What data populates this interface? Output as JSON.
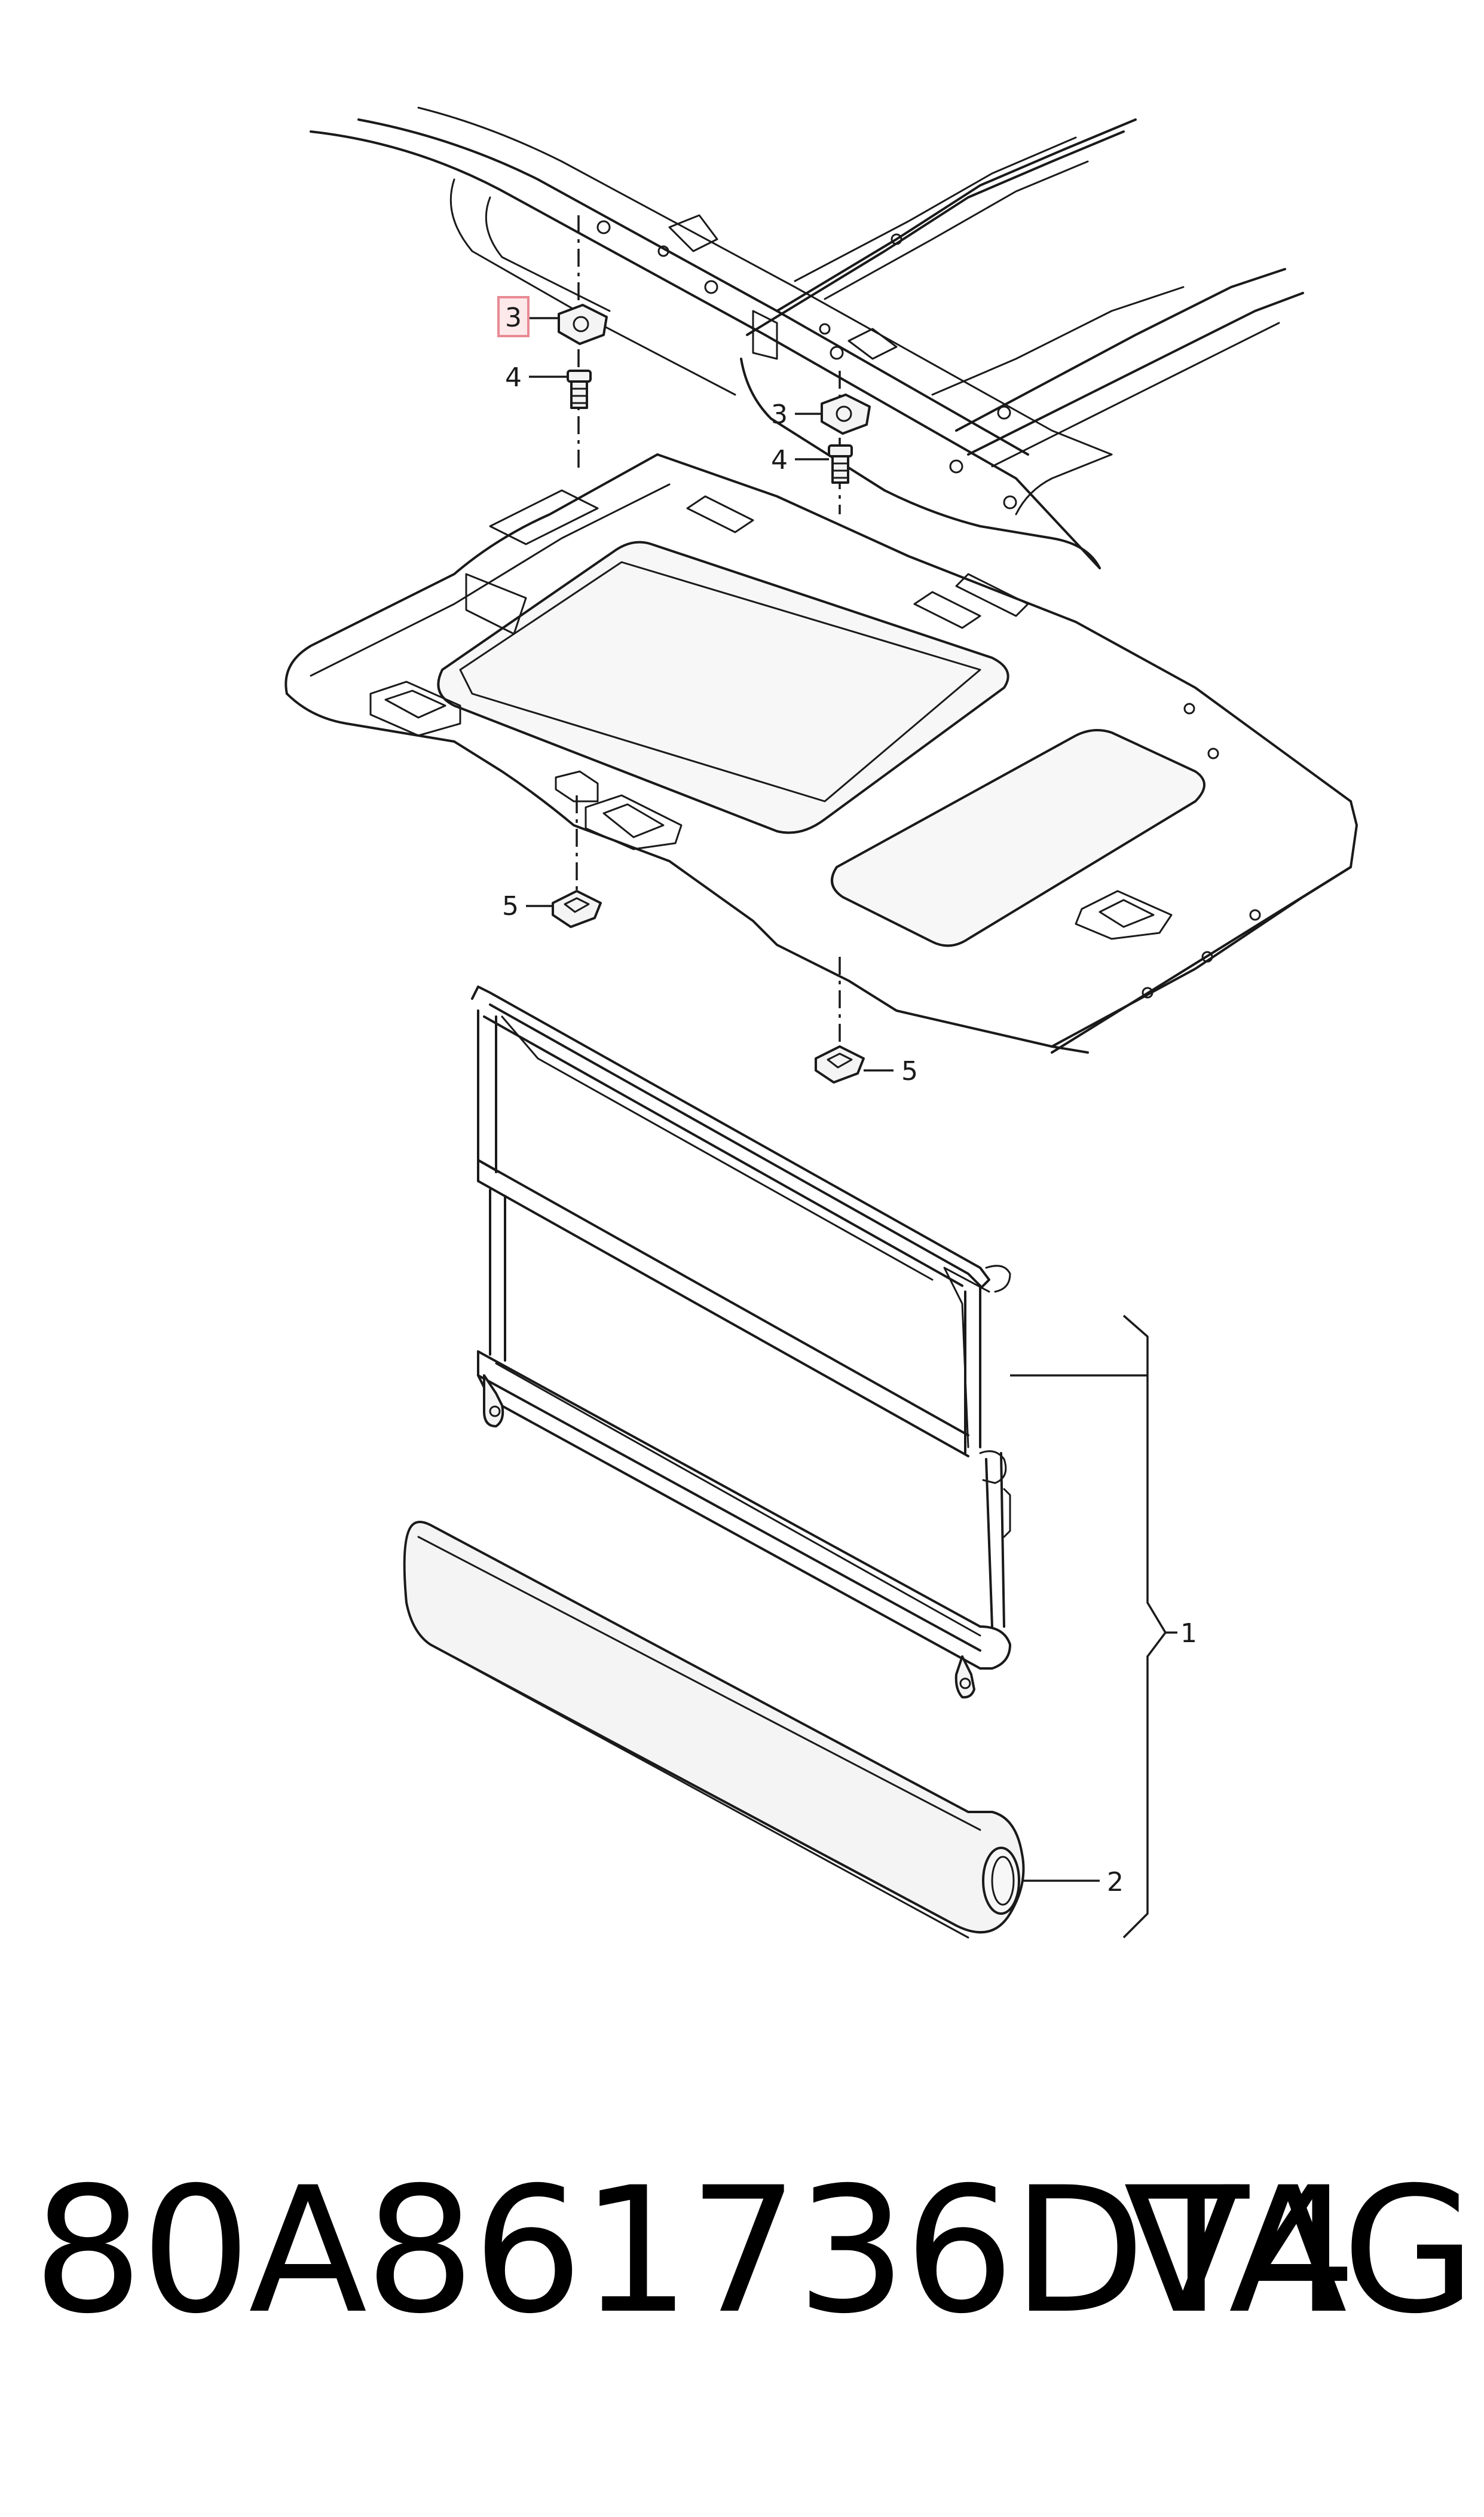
{
  "callouts": {
    "c1": "1",
    "c2": "2",
    "c3a": "3",
    "c3b": "3",
    "c4a": "4",
    "c4b": "4",
    "c5a": "5",
    "c5b": "5"
  },
  "footer": {
    "part_number": "80A861736DT4",
    "brand": "VAG"
  },
  "colors": {
    "highlight_fill": "#fde8ea",
    "highlight_stroke": "#e88a93",
    "line": "#1a1a1a"
  }
}
